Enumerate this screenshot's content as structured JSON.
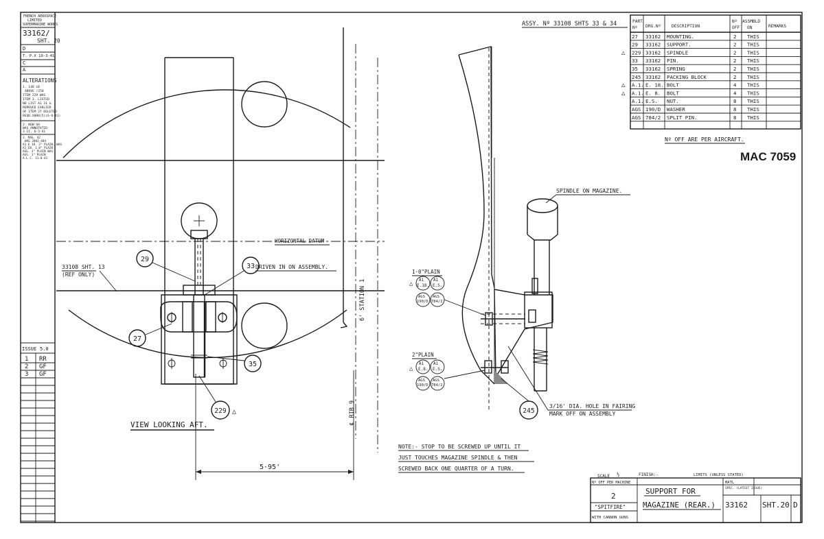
{
  "left_strip": {
    "company_lines": [
      "FRENCH AEROSPACE",
      "LIMITED",
      "SUPERMARINE WORKS"
    ],
    "drawing_no": "33162/",
    "sheet": "SHT. 20",
    "rev_d": "D",
    "rev_d_detail": "T. P.X 10-3-41",
    "rev_c": "C",
    "rev_a": "A",
    "alterations_title": "ALTERATIONS",
    "alterations_lines": [
      "1. 140 LB",
      "ABOVE /250",
      "ITEM 229 WAS",
      "ITEM 3. LISTED",
      "NO LIST A1 31 &",
      "REMOVED EARLIER",
      "OF ITEM 27 DELETED",
      "REQD.X000(5)(6-6-41)"
    ],
    "alt2_lines": [
      "2. NOW GH",
      "WAS ANNOTATED",
      "3.11. 6-3-41"
    ],
    "alt3_lines": [
      "3. MAG. 42",
      "WAS 2001-404",
      "A1 E 18. 2\" PLAIN. WAS",
      "A1 E8. 1.0\" PLAIN",
      "AGS. 3\" PLAIN WAS",
      "AGS. 1\" PLAIN",
      "A.L.C. 31-8-41"
    ],
    "issue_label": "ISSUE",
    "issue_value": "5.0",
    "issue_rows": [
      [
        "1",
        "RR"
      ],
      [
        "2",
        "GF"
      ],
      [
        "3",
        "GF"
      ]
    ]
  },
  "header": {
    "assy_ref": "ASSY. Nº 33108 SHTS 33 & 34",
    "mac_code": "MAC 7059",
    "per_aircraft_note": "Nº OFF ARE PER AIRCRAFT."
  },
  "parts_table": {
    "headers": [
      "PART Nº",
      "DRG.Nº",
      "DESCRIPTION",
      "Nº OFF",
      "ASSMBLD ON",
      "REMARKS"
    ],
    "rows": [
      {
        "flag": "",
        "part": "27",
        "drg": "33162",
        "desc": "MOUNTING.",
        "off": "2",
        "on": "THIS"
      },
      {
        "flag": "",
        "part": "29",
        "drg": "33162",
        "desc": "SUPPORT.",
        "off": "2",
        "on": "THIS"
      },
      {
        "flag": "△",
        "part": "229",
        "drg": "33162",
        "desc": "SPINDLE",
        "off": "2",
        "on": "THIS"
      },
      {
        "flag": "",
        "part": "33",
        "drg": "33162",
        "desc": "PIN.",
        "off": "2",
        "on": "THIS"
      },
      {
        "flag": "",
        "part": "35",
        "drg": "33162",
        "desc": "SPRING",
        "off": "2",
        "on": "THIS"
      },
      {
        "flag": "",
        "part": "245",
        "drg": "33162",
        "desc": "PACKING BLOCK",
        "off": "2",
        "on": "THIS"
      },
      {
        "flag": "△",
        "part": "A.1.",
        "drg": "E. 18.",
        "desc": "BOLT",
        "off": "4",
        "on": "THIS"
      },
      {
        "flag": "△",
        "part": "A.1.",
        "drg": "E. 8.",
        "desc": "BOLT",
        "off": "4",
        "on": "THIS"
      },
      {
        "flag": "",
        "part": "A.1.",
        "drg": "E.S.",
        "desc": "NUT.",
        "off": "8",
        "on": "THIS"
      },
      {
        "flag": "",
        "part": "AGS",
        "drg": "190/D",
        "desc": "WASHER",
        "off": "8",
        "on": "THIS"
      },
      {
        "flag": "",
        "part": "AGS",
        "drg": "784/2",
        "desc": "SPLIT PIN.",
        "off": "8",
        "on": "THIS"
      }
    ]
  },
  "drawing": {
    "balloons": {
      "b29": "29",
      "b33": "33",
      "b27": "27",
      "b35": "35",
      "b229": "229",
      "b245": "245"
    },
    "warn_flag": "△",
    "driven_note": "DRIVEN IN ON ASSEMBLY.",
    "horizontal_datum": "HORIZONTAL DATUM",
    "ref_sheet_line1": "33108 SHT. 13",
    "ref_sheet_line2": "(REF ONLY)",
    "station": "6' STATION 1",
    "rib": "℄ RIB 9",
    "view_label": "VIEW LOOKING AFT.",
    "dimension": "5·95'",
    "spindle_label": "SPINDLE ON MAGAZINE.",
    "hole_line1": "3/16' DIA. HOLE IN FAIRING",
    "hole_line2": "MARK OFF ON ASSEMBLY",
    "plain_1": "1·0\"PLAIN",
    "plain_2": "2\"PLAIN",
    "a1": "A1",
    "e18": "E.18.",
    "es": "E.S.",
    "e8": "E.8.",
    "ags": "AGS",
    "w190": "190/D",
    "w784": "784/2",
    "note_lines": [
      "NOTE:- STOP TO BE SCREWED UP UNTIL IT",
      "JUST TOUCHES MAGAZINE SPINDLE & THEN",
      "SCREWED BACK ONE QUARTER OF A TURN."
    ]
  },
  "title_block": {
    "scale_label": "SCALE",
    "scale_value": "½",
    "finish_label": "FINISH:-",
    "limits_label": "LIMITS (UNLESS STATED)",
    "mat_label": "MATL",
    "spec_label": "SPEC. (LATEST ISSUE)",
    "off_per_machine": "Nº OFF PER MACHINE",
    "qty": "2",
    "aircraft": "\"SPITFIRE\"",
    "armament": "WITH CANNON GUNS",
    "title_line1": "SUPPORT FOR",
    "title_line2": "MAGAZINE (REAR.)",
    "drawing_no": "33162",
    "sheet": "SHT.20",
    "revision": "D"
  }
}
